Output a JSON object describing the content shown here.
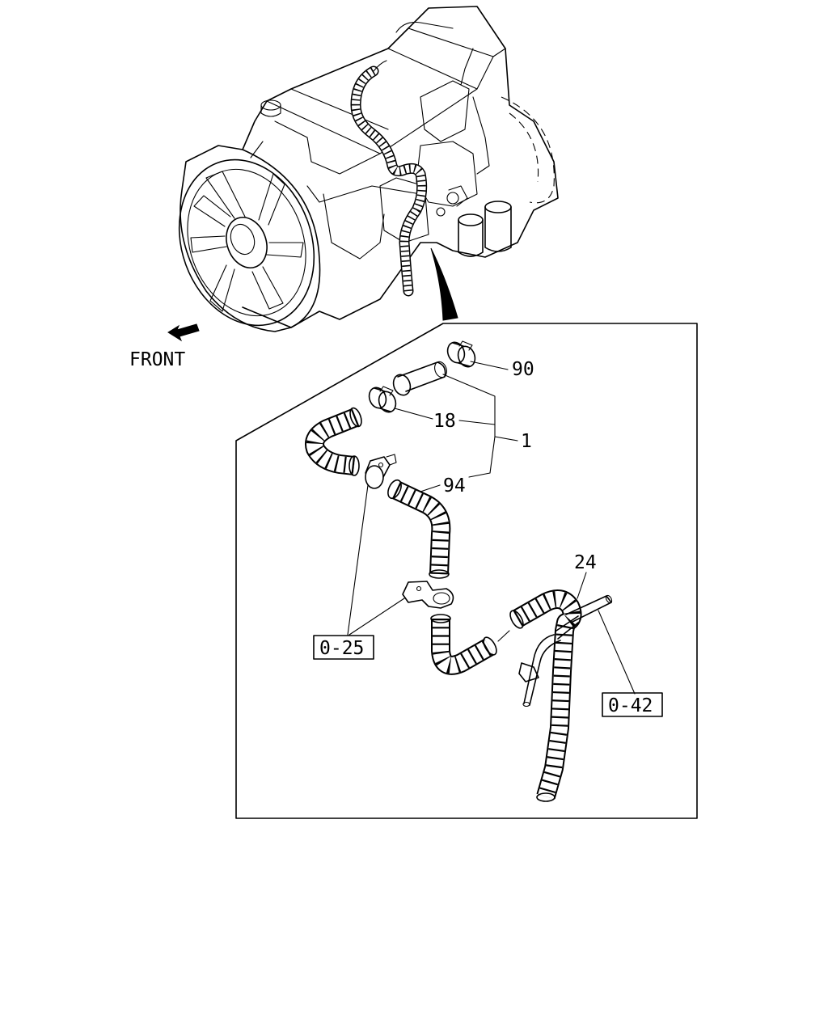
{
  "labels": {
    "front": "FRONT",
    "part_90": "90",
    "part_18": "18",
    "part_1": "1",
    "part_94": "94",
    "part_24": "24"
  },
  "references": {
    "ref_0_25": "0-25",
    "ref_0_42": "0-42"
  }
}
